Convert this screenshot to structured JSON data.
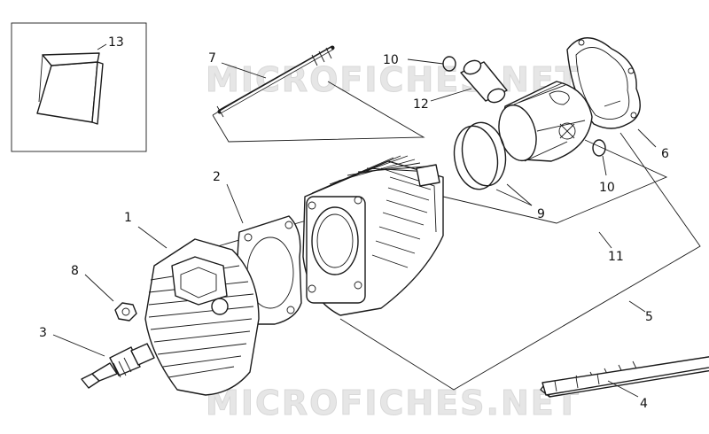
{
  "watermark": "MICROFICHES.NET",
  "callouts": [
    "1",
    "2",
    "3",
    "4",
    "5",
    "6",
    "7",
    "8",
    "9",
    "10",
    "10",
    "11",
    "12",
    "13"
  ]
}
